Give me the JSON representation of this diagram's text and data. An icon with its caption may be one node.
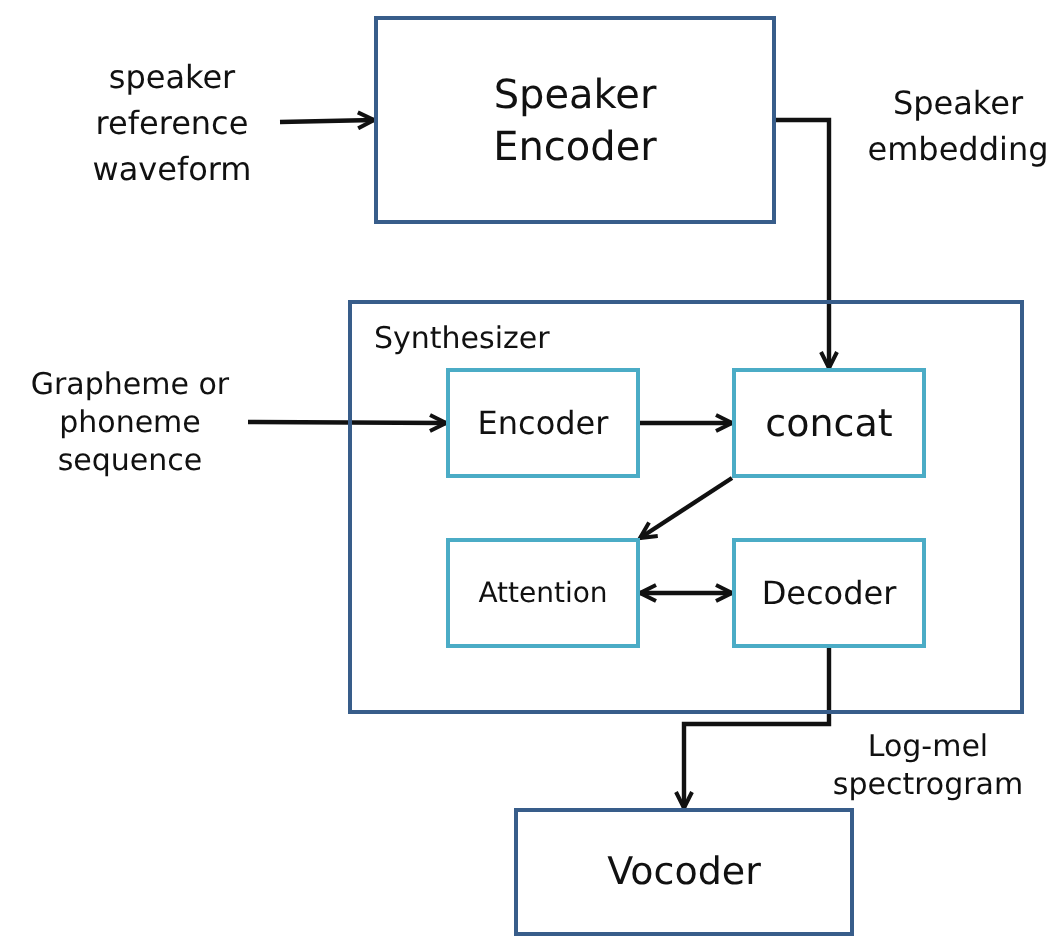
{
  "diagram": {
    "nodes": [
      {
        "text": [
          "speaker reference waveform"
        ]
      },
      {
        "text": [
          "Speaker Encoder"
        ]
      },
      {
        "text": [
          "Synthesizer"
        ]
      },
      {
        "text": [
          "Grapheme or phoneme sequence"
        ]
      },
      {
        "text": [
          "Encoder"
        ],
        "in": 2
      },
      {
        "text": [
          "concat"
        ],
        "in": 2
      },
      {
        "text": [
          "Attention"
        ],
        "in": 2
      },
      {
        "text": [
          "Decoder"
        ],
        "in": 2
      },
      {
        "text": [
          "Vocoder"
        ]
      }
    ],
    "edges": [
      {
        "from": 0,
        "to": 1,
        "arrow": "to"
      },
      {
        "from": 1,
        "to": 5,
        "arrow": "to",
        "label": "Speaker embedding"
      },
      {
        "from": 3,
        "to": 4,
        "arrow": "to"
      },
      {
        "from": 4,
        "to": 5,
        "arrow": "to"
      },
      {
        "from": 5,
        "to": 6,
        "arrow": "to"
      },
      {
        "from": 6,
        "to": 7,
        "arrow": "both"
      },
      {
        "from": 7,
        "to": 8,
        "arrow": "to",
        "label": "Log-mel spectrogram"
      }
    ]
  }
}
